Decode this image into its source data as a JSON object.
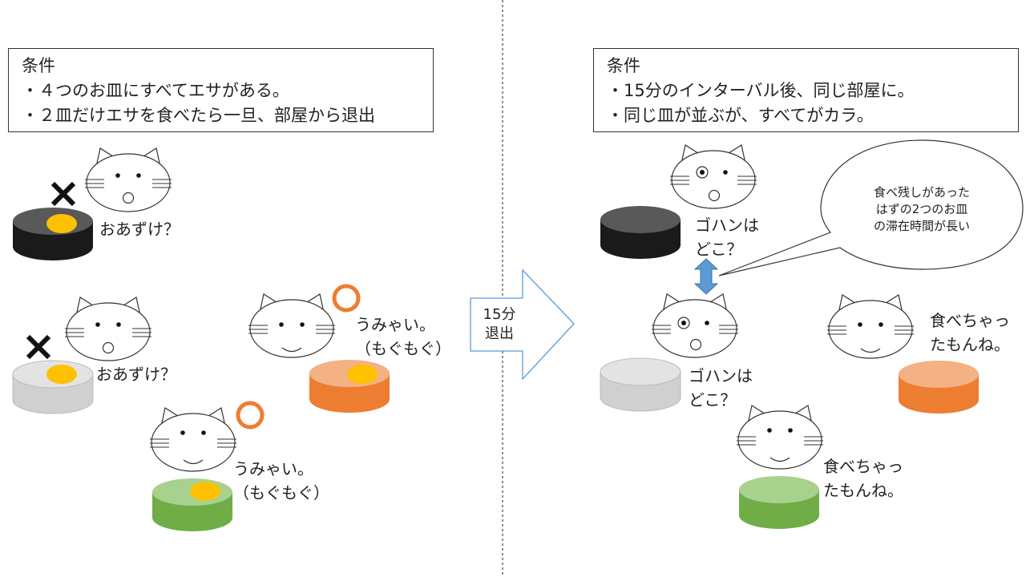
{
  "left_panel": {
    "conditions_title": "条件",
    "conditions": [
      "・４つのお皿にすべてエサがある。",
      "・２皿だけエサを食べたら一旦、部屋から退出"
    ],
    "cat_speech": {
      "black": "おあずけ？",
      "gray": "おあずけ？",
      "orange": [
        "うみゃい。",
        "（もぐもぐ）"
      ],
      "green": [
        "うみゃい。",
        "（もぐもぐ）"
      ]
    }
  },
  "transition_arrow": {
    "lines": [
      "15分",
      "退出"
    ]
  },
  "right_panel": {
    "conditions_title": "条件",
    "conditions": [
      "・15分のインターバル後、同じ部屋に。",
      "・同じ皿が並ぶが、すべてがカラ。"
    ],
    "cat_speech": {
      "black": [
        "ゴハンは",
        "どこ？"
      ],
      "gray": [
        "ゴハンは",
        "どこ？"
      ],
      "orange": [
        "食べちゃっ",
        "たもんね。"
      ],
      "green": [
        "食べちゃっ",
        "たもんね。"
      ]
    },
    "bubble": [
      "食べ残しがあった",
      "はずの2つのお皿",
      "の滞在時間が長い"
    ]
  },
  "colors": {
    "bowl_black": "#1a1a1a",
    "bowl_black_top": "#595959",
    "bowl_gray": "#d0d0d0",
    "bowl_gray_top": "#e3e3e3",
    "bowl_orange": "#ed7d31",
    "bowl_orange_top": "#f4b183",
    "bowl_green": "#70ad47",
    "bowl_green_top": "#a9d18e",
    "food": "#ffc000",
    "circle_mark": "#ed7d31",
    "double_arrow": "#5b9bd5",
    "divider": "#555555"
  },
  "marks": {
    "left_black": "cross",
    "left_gray": "cross",
    "left_orange": "circle",
    "left_green": "circle"
  }
}
